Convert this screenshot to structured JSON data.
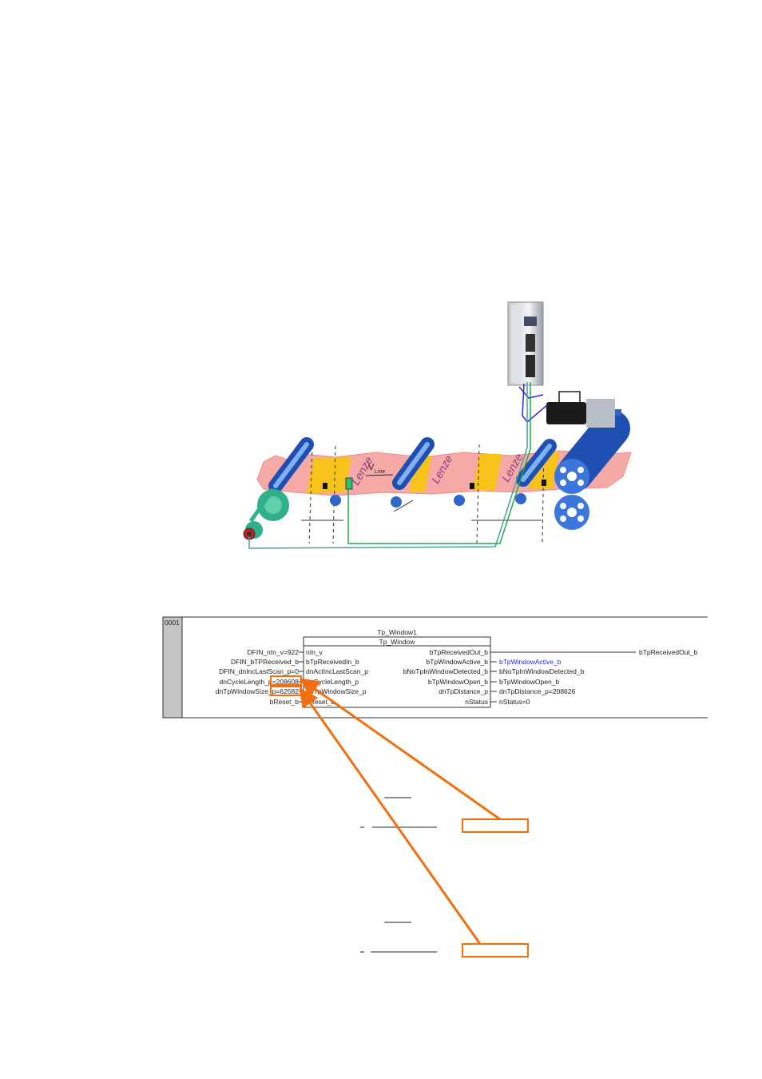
{
  "conveyor": {
    "belt_labels": [
      "Lenze",
      "Lenze",
      "Lenze",
      "Lenze"
    ],
    "velocity_label": "V",
    "velocity_subscript": "Line"
  },
  "function_block": {
    "network_number": "0001",
    "instance_name": "Tp_Window1",
    "type_name": "Tp_Window",
    "inputs": [
      {
        "wire": "DFIN_nIn_v=922",
        "pin": "nIn_v"
      },
      {
        "wire": "DFIN_bTPReceived_b",
        "pin": "bTpReceivedIn_b"
      },
      {
        "wire": "DFIN_dnIncLastScan_p=0",
        "pin": "dnActIncLastScan_p"
      },
      {
        "wire": "dnCycleLength_p=208608",
        "pin": "dnCycleLength_p"
      },
      {
        "wire": "dnTpWindowSize_p=62582",
        "pin": "dnTpWindowSize_p"
      },
      {
        "wire": "bReset_b",
        "pin": "bReset_b"
      }
    ],
    "outputs": [
      {
        "pin": "bTpReceivedOut_b",
        "wire": "bTpReceivedOut_b"
      },
      {
        "pin": "bTpWindowActive_b",
        "wire": "bTpWindowActive_b"
      },
      {
        "pin": "bNoTpInWindowDetected_b",
        "wire": "bNoTpInWindowDetected_b"
      },
      {
        "pin": "bTpWindowOpen_b",
        "wire": "bTpWindowOpen_b"
      },
      {
        "pin": "dnTpDistance_p",
        "wire": "dnTpDistance_p=208626"
      },
      {
        "pin": "nStatus",
        "wire": "nStatus=0"
      }
    ]
  },
  "colors": {
    "highlight": "#f07010",
    "roller_blue": "#3c7ee0",
    "belt_pink": "#f4a6a6",
    "belt_yellow": "#f7c21a",
    "wire_green": "#22aa44",
    "wire_teal": "#4aa0a0",
    "signal_blue": "#2a2ad0"
  }
}
